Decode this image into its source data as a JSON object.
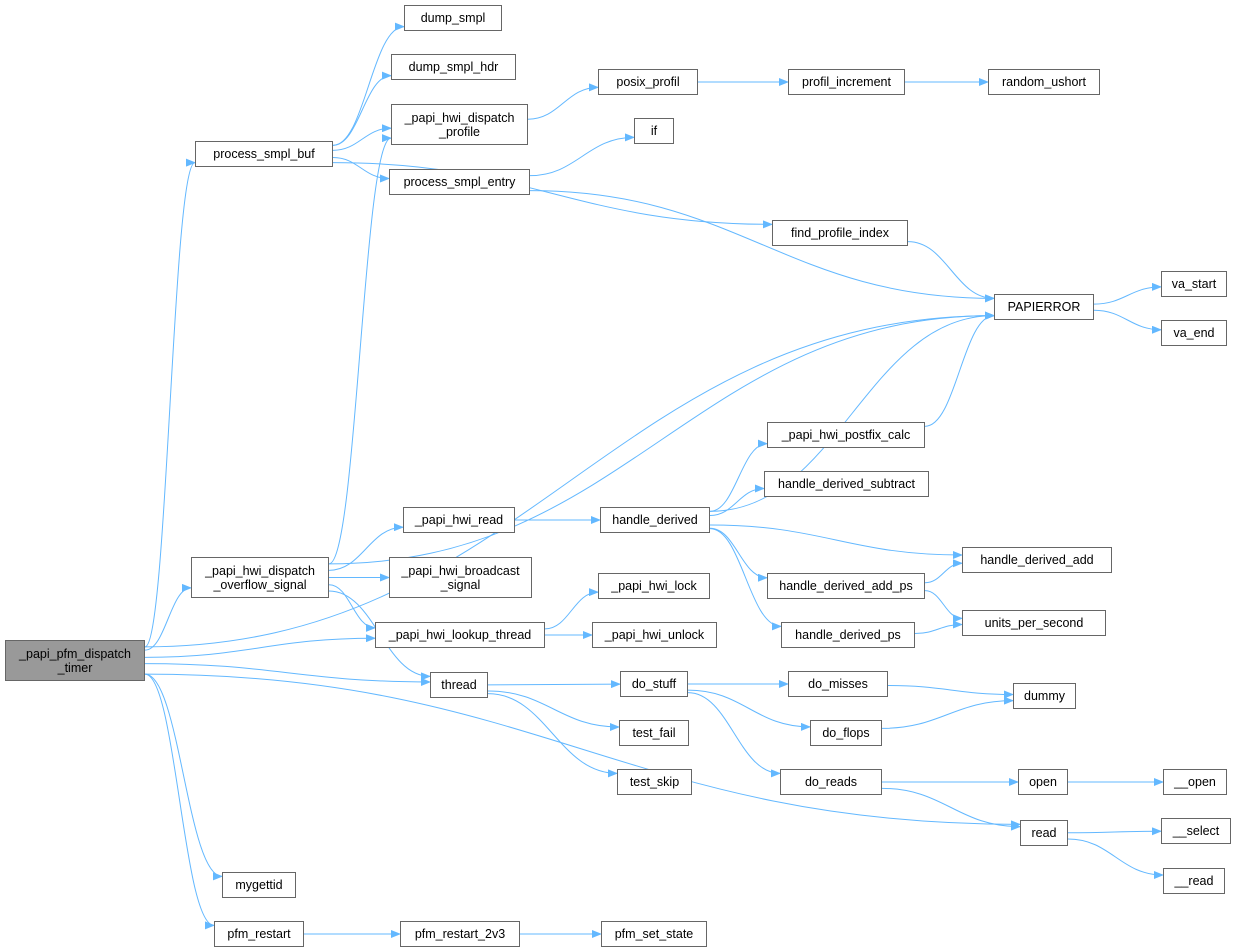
{
  "graph": {
    "root": "_papi_pfm_dispatch_timer",
    "edge_color": "#63b8ff",
    "root_fill": "#999999",
    "nodes": {
      "dispatch_timer": "_papi_pfm_dispatch\n_timer",
      "dump_smpl": "dump_smpl",
      "dump_smpl_hdr": "dump_smpl_hdr",
      "dispatch_profile": "_papi_hwi_dispatch\n_profile",
      "process_smpl_buf": "process_smpl_buf",
      "posix_profil": "posix_profil",
      "profil_increment": "profil_increment",
      "random_ushort": "random_ushort",
      "if": "if",
      "process_smpl_entry": "process_smpl_entry",
      "find_profile_index": "find_profile_index",
      "PAPIERROR": "PAPIERROR",
      "va_start": "va_start",
      "va_end": "va_end",
      "postfix_calc": "_papi_hwi_postfix_calc",
      "handle_derived_subtract": "handle_derived_subtract",
      "hwi_read": "_papi_hwi_read",
      "handle_derived": "handle_derived",
      "overflow_signal": "_papi_hwi_dispatch\n_overflow_signal",
      "broadcast_signal": "_papi_hwi_broadcast\n_signal",
      "handle_derived_add": "handle_derived_add",
      "handle_derived_add_ps": "handle_derived_add_ps",
      "hwi_lock": "_papi_hwi_lock",
      "units_per_second": "units_per_second",
      "lookup_thread": "_papi_hwi_lookup_thread",
      "hwi_unlock": "_papi_hwi_unlock",
      "handle_derived_ps": "handle_derived_ps",
      "thread": "thread",
      "do_stuff": "do_stuff",
      "do_misses": "do_misses",
      "dummy": "dummy",
      "do_flops": "do_flops",
      "test_fail": "test_fail",
      "test_skip": "test_skip",
      "do_reads": "do_reads",
      "open": "open",
      "__open": "__open",
      "read": "read",
      "__select": "__select",
      "__read": "__read",
      "mygettid": "mygettid",
      "pfm_restart": "pfm_restart",
      "pfm_restart_2v3": "pfm_restart_2v3",
      "pfm_set_state": "pfm_set_state"
    },
    "edges": [
      [
        "dispatch_timer",
        "process_smpl_buf"
      ],
      [
        "dispatch_timer",
        "overflow_signal"
      ],
      [
        "dispatch_timer",
        "lookup_thread"
      ],
      [
        "dispatch_timer",
        "thread"
      ],
      [
        "dispatch_timer",
        "PAPIERROR"
      ],
      [
        "dispatch_timer",
        "read"
      ],
      [
        "dispatch_timer",
        "mygettid"
      ],
      [
        "dispatch_timer",
        "pfm_restart"
      ],
      [
        "process_smpl_buf",
        "dump_smpl"
      ],
      [
        "process_smpl_buf",
        "dump_smpl_hdr"
      ],
      [
        "process_smpl_buf",
        "dispatch_profile"
      ],
      [
        "process_smpl_buf",
        "process_smpl_entry"
      ],
      [
        "process_smpl_buf",
        "find_profile_index"
      ],
      [
        "dispatch_profile",
        "posix_profil"
      ],
      [
        "posix_profil",
        "profil_increment"
      ],
      [
        "profil_increment",
        "random_ushort"
      ],
      [
        "process_smpl_entry",
        "if"
      ],
      [
        "process_smpl_entry",
        "PAPIERROR"
      ],
      [
        "find_profile_index",
        "PAPIERROR"
      ],
      [
        "PAPIERROR",
        "va_start"
      ],
      [
        "PAPIERROR",
        "va_end"
      ],
      [
        "overflow_signal",
        "dispatch_profile"
      ],
      [
        "overflow_signal",
        "PAPIERROR"
      ],
      [
        "overflow_signal",
        "hwi_read"
      ],
      [
        "overflow_signal",
        "broadcast_signal"
      ],
      [
        "overflow_signal",
        "lookup_thread"
      ],
      [
        "overflow_signal",
        "thread"
      ],
      [
        "hwi_read",
        "handle_derived"
      ],
      [
        "handle_derived",
        "PAPIERROR"
      ],
      [
        "handle_derived",
        "postfix_calc"
      ],
      [
        "handle_derived",
        "handle_derived_subtract"
      ],
      [
        "handle_derived",
        "handle_derived_add"
      ],
      [
        "handle_derived",
        "handle_derived_add_ps"
      ],
      [
        "handle_derived",
        "handle_derived_ps"
      ],
      [
        "postfix_calc",
        "PAPIERROR"
      ],
      [
        "handle_derived_add_ps",
        "handle_derived_add"
      ],
      [
        "handle_derived_add_ps",
        "units_per_second"
      ],
      [
        "handle_derived_ps",
        "units_per_second"
      ],
      [
        "lookup_thread",
        "hwi_lock"
      ],
      [
        "lookup_thread",
        "hwi_unlock"
      ],
      [
        "thread",
        "do_stuff"
      ],
      [
        "thread",
        "test_fail"
      ],
      [
        "thread",
        "test_skip"
      ],
      [
        "do_stuff",
        "do_misses"
      ],
      [
        "do_stuff",
        "do_flops"
      ],
      [
        "do_stuff",
        "do_reads"
      ],
      [
        "do_misses",
        "dummy"
      ],
      [
        "do_flops",
        "dummy"
      ],
      [
        "do_reads",
        "open"
      ],
      [
        "do_reads",
        "read"
      ],
      [
        "open",
        "__open"
      ],
      [
        "read",
        "__select"
      ],
      [
        "read",
        "__read"
      ],
      [
        "pfm_restart",
        "pfm_restart_2v3"
      ],
      [
        "pfm_restart_2v3",
        "pfm_set_state"
      ]
    ]
  }
}
